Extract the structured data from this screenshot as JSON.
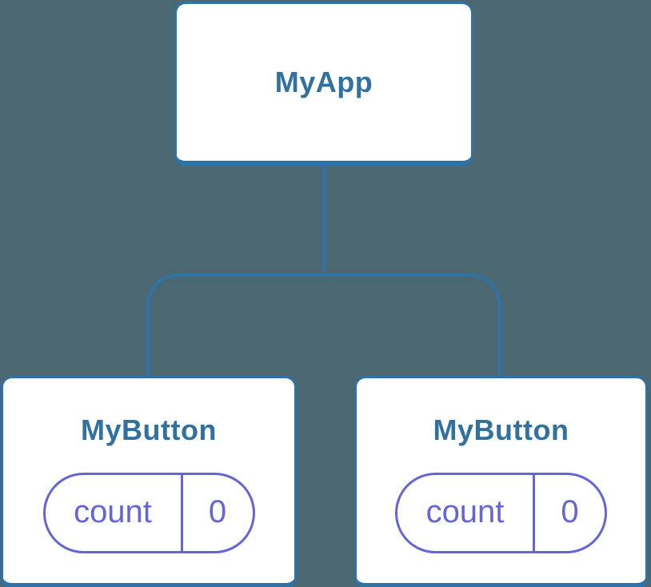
{
  "colors": {
    "bg": "#4b6771",
    "stroke": "#2f72a5",
    "card-bg": "#ffffff",
    "title-text": "#31719f",
    "purple": "#6565d6"
  },
  "diagram": {
    "type": "component-tree",
    "root": {
      "title": "MyApp"
    },
    "children": [
      {
        "title": "MyButton",
        "state": {
          "label": "count",
          "value": "0"
        }
      },
      {
        "title": "MyButton",
        "state": {
          "label": "count",
          "value": "0"
        }
      }
    ]
  }
}
